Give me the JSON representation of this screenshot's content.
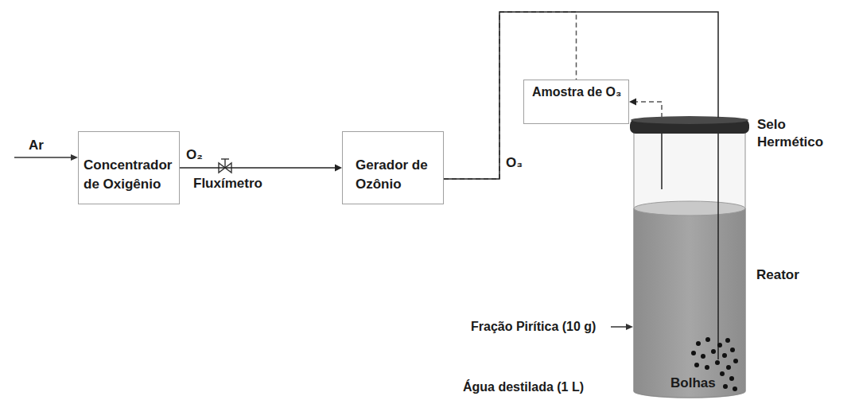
{
  "diagram": {
    "nodes": [
      {
        "text": [
          "Concentrador de Oxigênio"
        ]
      },
      {
        "text": [
          "Gerador de Ozônio"
        ]
      },
      {
        "text": [
          "Amostra de O₃"
        ]
      },
      {
        "text": [
          "Reator",
          "Bolhas"
        ]
      }
    ],
    "edges": [
      {
        "from": 0,
        "to": 1,
        "label": "O₂",
        "arrow": "to"
      },
      {
        "from": 1,
        "to": 2,
        "arrow": "none"
      },
      {
        "from": 1,
        "to": 3,
        "arrow": "none"
      },
      {
        "from": 3,
        "to": 2,
        "arrow": "to"
      }
    ],
    "labels": [
      "Ar",
      "O₃",
      "Fluxímetro",
      "Selo Hermético",
      "Fração Pirítica (10 g)",
      "Água destilada (1 L)"
    ]
  }
}
